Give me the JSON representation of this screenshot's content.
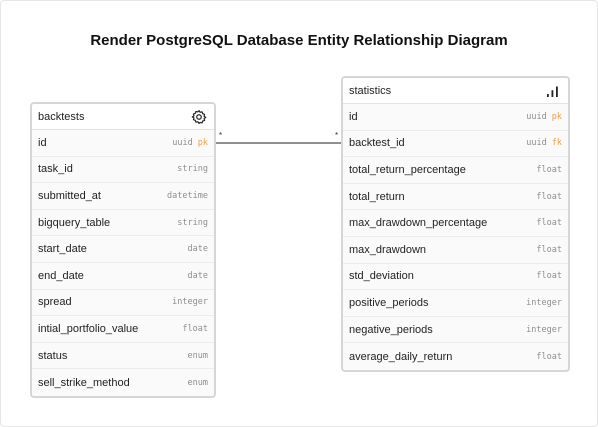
{
  "title": "Render PostgreSQL Database Entity Relationship Diagram",
  "entities": {
    "backtests": {
      "name": "backtests",
      "icon": "gear-icon",
      "fields": [
        {
          "name": "id",
          "type": "uuid",
          "key": "pk"
        },
        {
          "name": "task_id",
          "type": "string",
          "key": ""
        },
        {
          "name": "submitted_at",
          "type": "datetime",
          "key": ""
        },
        {
          "name": "bigquery_table",
          "type": "string",
          "key": ""
        },
        {
          "name": "start_date",
          "type": "date",
          "key": ""
        },
        {
          "name": "end_date",
          "type": "date",
          "key": ""
        },
        {
          "name": "spread",
          "type": "integer",
          "key": ""
        },
        {
          "name": "intial_portfolio_value",
          "type": "float",
          "key": ""
        },
        {
          "name": "status",
          "type": "enum",
          "key": ""
        },
        {
          "name": "sell_strike_method",
          "type": "enum",
          "key": ""
        }
      ]
    },
    "statistics": {
      "name": "statistics",
      "icon": "bar-chart-icon",
      "fields": [
        {
          "name": "id",
          "type": "uuid",
          "key": "pk"
        },
        {
          "name": "backtest_id",
          "type": "uuid",
          "key": "fk"
        },
        {
          "name": "total_return_percentage",
          "type": "float",
          "key": ""
        },
        {
          "name": "total_return",
          "type": "float",
          "key": ""
        },
        {
          "name": "max_drawdown_percentage",
          "type": "float",
          "key": ""
        },
        {
          "name": "max_drawdown",
          "type": "float",
          "key": ""
        },
        {
          "name": "std_deviation",
          "type": "float",
          "key": ""
        },
        {
          "name": "positive_periods",
          "type": "integer",
          "key": ""
        },
        {
          "name": "negative_periods",
          "type": "integer",
          "key": ""
        },
        {
          "name": "average_daily_return",
          "type": "float",
          "key": ""
        }
      ]
    }
  },
  "relationship": {
    "from": "backtests.id",
    "to": "statistics.backtest_id",
    "from_cardinality": "*",
    "to_cardinality": "*"
  },
  "colors": {
    "key_accent": "#e8a04d",
    "type_gray": "#8e8e8e",
    "border": "#d6d6d6"
  }
}
